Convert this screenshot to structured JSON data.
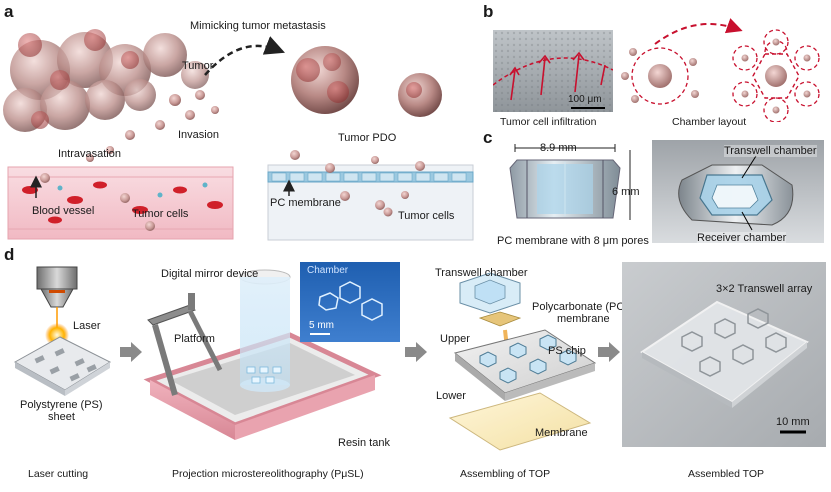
{
  "panels": {
    "a": "a",
    "b": "b",
    "c": "c",
    "d": "d"
  },
  "panel_a": {
    "title": "Mimicking tumor metastasis",
    "tumor": "Tumor",
    "invasion": "Invasion",
    "intravasation": "Intravasation",
    "tumor_pdo": "Tumor PDO",
    "blood_vessel": "Blood vessel",
    "tumor_cells_left": "Tumor cells",
    "pc_membrane": "PC membrane",
    "tumor_cells_right": "Tumor cells"
  },
  "panel_b": {
    "scale": "100 μm",
    "caption_left": "Tumor cell infiltration",
    "caption_right": "Chamber layout"
  },
  "panel_c": {
    "width": "8.9 mm",
    "height": "6 mm",
    "pores": "PC membrane with 8 μm pores",
    "transwell": "Transwell chamber",
    "receiver": "Receiver chamber"
  },
  "panel_d": {
    "laser": "Laser",
    "ps_sheet_line1": "Polystyrene (PS)",
    "ps_sheet_line2": "sheet",
    "cap_laser": "Laser cutting",
    "dmd": "Digital mirror device",
    "platform": "Platform",
    "chamber": "Chamber",
    "scale5": "5 mm",
    "resin": "Resin tank",
    "cap_pusl": "Projection microstereolithography (PμSL)",
    "transwell": "Transwell chamber",
    "pc_line1": "Polycarbonate (PC)",
    "pc_line2": "membrane",
    "upper": "Upper",
    "ps_chip": "PS chip",
    "lower": "Lower",
    "membrane": "Membrane",
    "cap_assembling": "Assembling of TOP",
    "array": "3×2 Transwell array",
    "scale10": "10 mm",
    "cap_assembled": "Assembled TOP"
  },
  "colors": {
    "red_dash": "#c8102e",
    "vessel": "#f4c7cf",
    "blood": "#d0202a",
    "membrane": "#7fb6d6",
    "tank": "#e8a0ac",
    "arrow_gray": "#8a8a8a"
  }
}
